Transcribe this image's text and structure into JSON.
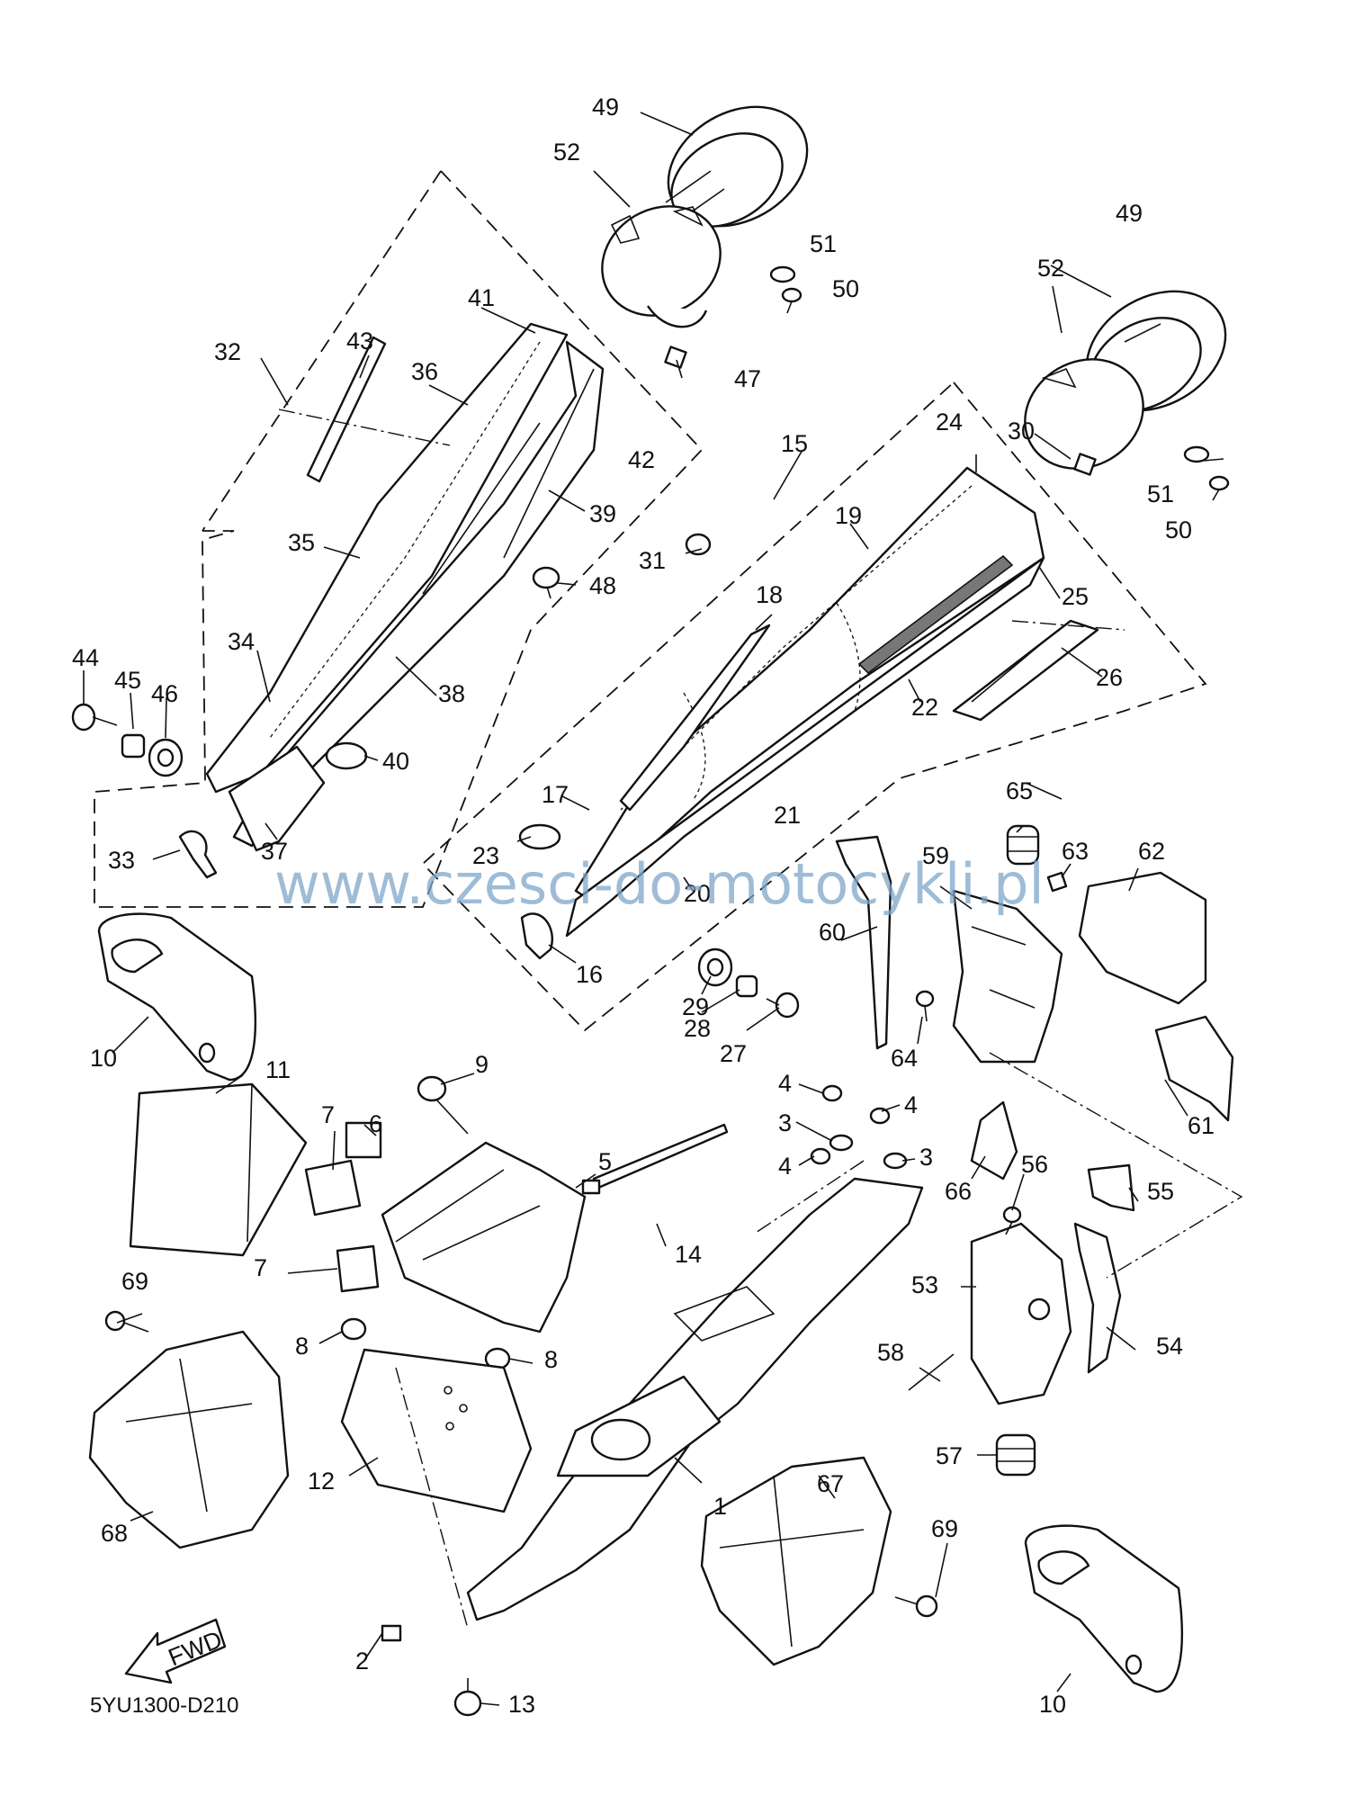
{
  "diagram": {
    "code": "5YU1300-D210",
    "watermark": "www.czesci-do-motocykli.pl",
    "fwd_label": "FWD",
    "part_numbers": [
      "1",
      "2",
      "3",
      "4",
      "5",
      "6",
      "7",
      "8",
      "9",
      "10",
      "11",
      "12",
      "13",
      "14",
      "15",
      "16",
      "17",
      "18",
      "19",
      "20",
      "21",
      "22",
      "23",
      "24",
      "25",
      "26",
      "27",
      "28",
      "29",
      "30",
      "31",
      "32",
      "33",
      "34",
      "35",
      "36",
      "37",
      "38",
      "39",
      "40",
      "41",
      "42",
      "43",
      "44",
      "45",
      "46",
      "47",
      "48",
      "49",
      "50",
      "51",
      "52",
      "53",
      "54",
      "55",
      "56",
      "57",
      "58",
      "59",
      "60",
      "61",
      "62",
      "63",
      "64",
      "65",
      "66",
      "67",
      "68",
      "69"
    ],
    "callouts": [
      {
        "n": "49"
      },
      {
        "n": "52"
      },
      {
        "n": "51"
      },
      {
        "n": "50"
      },
      {
        "n": "49"
      },
      {
        "n": "52"
      },
      {
        "n": "41"
      },
      {
        "n": "43"
      },
      {
        "n": "32"
      },
      {
        "n": "36"
      },
      {
        "n": "47"
      },
      {
        "n": "42"
      },
      {
        "n": "15"
      },
      {
        "n": "24"
      },
      {
        "n": "30"
      },
      {
        "n": "51"
      },
      {
        "n": "50"
      },
      {
        "n": "39"
      },
      {
        "n": "19"
      },
      {
        "n": "35"
      },
      {
        "n": "31"
      },
      {
        "n": "48"
      },
      {
        "n": "18"
      },
      {
        "n": "25"
      },
      {
        "n": "34"
      },
      {
        "n": "26"
      },
      {
        "n": "44"
      },
      {
        "n": "45"
      },
      {
        "n": "46"
      },
      {
        "n": "38"
      },
      {
        "n": "22"
      },
      {
        "n": "40"
      },
      {
        "n": "17"
      },
      {
        "n": "21"
      },
      {
        "n": "65"
      },
      {
        "n": "37"
      },
      {
        "n": "23"
      },
      {
        "n": "59"
      },
      {
        "n": "63"
      },
      {
        "n": "62"
      },
      {
        "n": "33"
      },
      {
        "n": "20"
      },
      {
        "n": "60"
      },
      {
        "n": "16"
      },
      {
        "n": "29"
      },
      {
        "n": "28"
      },
      {
        "n": "27"
      },
      {
        "n": "64"
      },
      {
        "n": "10"
      },
      {
        "n": "11"
      },
      {
        "n": "9"
      },
      {
        "n": "4"
      },
      {
        "n": "3"
      },
      {
        "n": "4"
      },
      {
        "n": "61"
      },
      {
        "n": "7"
      },
      {
        "n": "6"
      },
      {
        "n": "5"
      },
      {
        "n": "4"
      },
      {
        "n": "3"
      },
      {
        "n": "56"
      },
      {
        "n": "66"
      },
      {
        "n": "55"
      },
      {
        "n": "14"
      },
      {
        "n": "7"
      },
      {
        "n": "69"
      },
      {
        "n": "53"
      },
      {
        "n": "8"
      },
      {
        "n": "8"
      },
      {
        "n": "58"
      },
      {
        "n": "54"
      },
      {
        "n": "57"
      },
      {
        "n": "1"
      },
      {
        "n": "12"
      },
      {
        "n": "67"
      },
      {
        "n": "68"
      },
      {
        "n": "69"
      },
      {
        "n": "2"
      },
      {
        "n": "10"
      },
      {
        "n": "13"
      }
    ]
  }
}
